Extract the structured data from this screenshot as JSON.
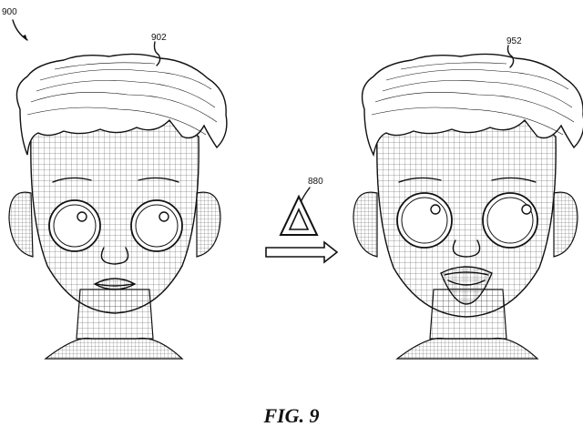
{
  "figure": {
    "overall_ref": "900",
    "left_face_ref": "902",
    "right_face_ref": "952",
    "transform_ref": "880",
    "transform_symbol": "Δ",
    "caption": "FIG. 9"
  }
}
